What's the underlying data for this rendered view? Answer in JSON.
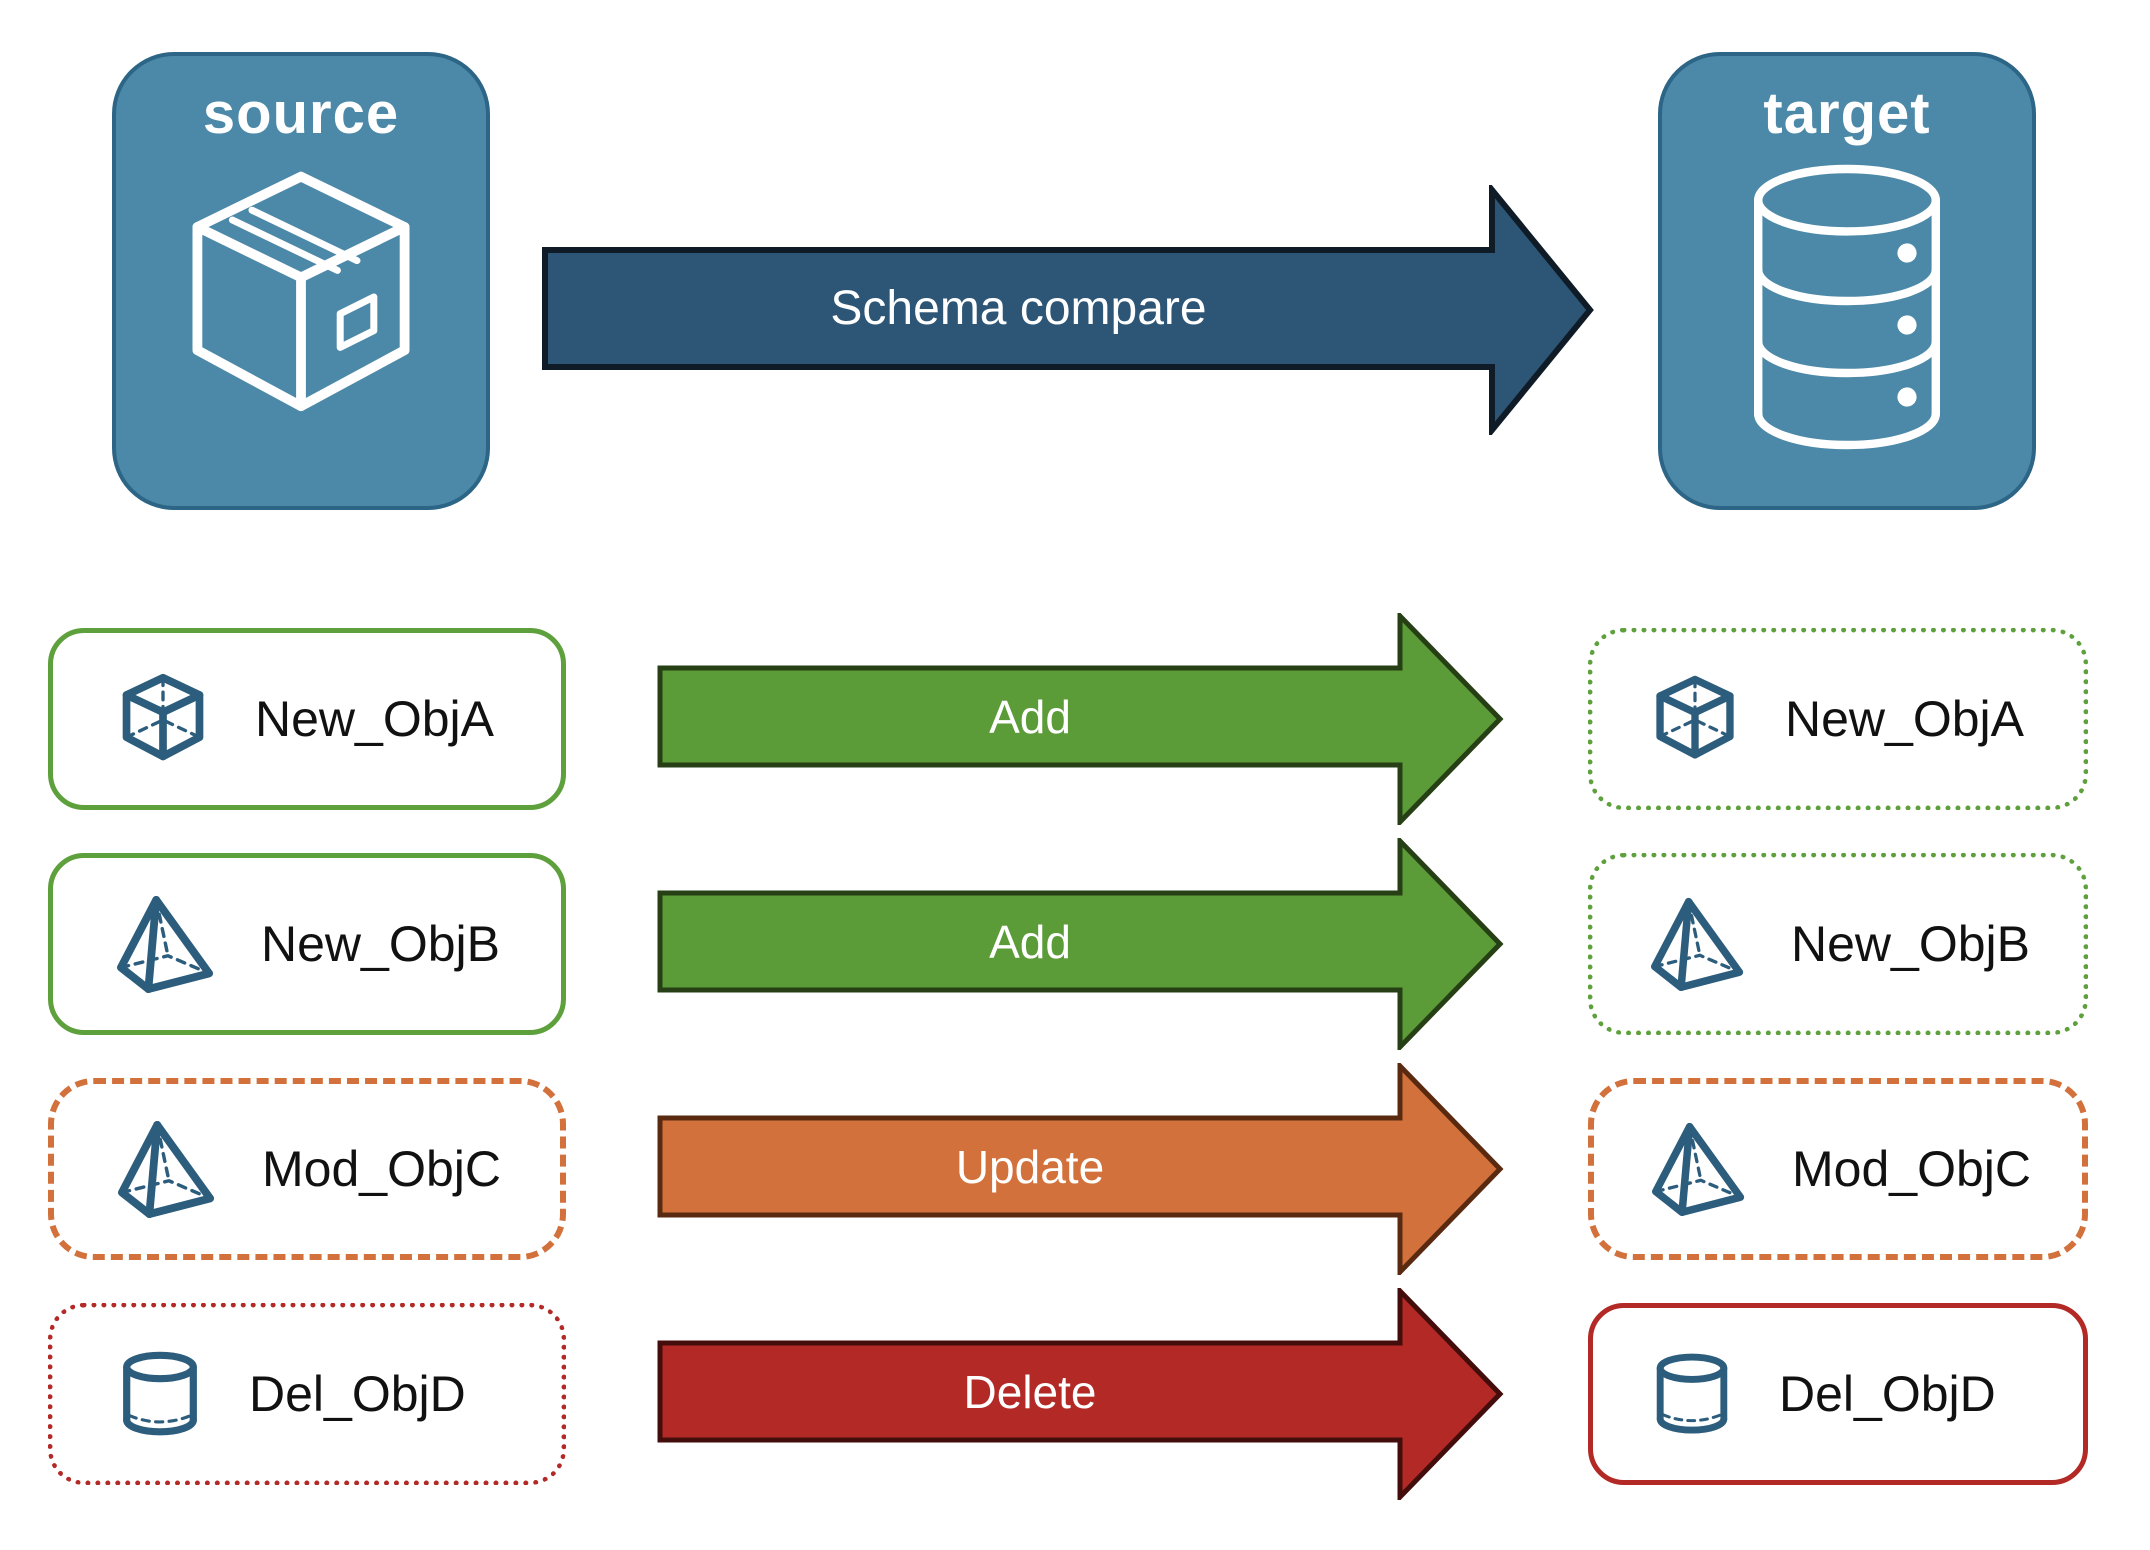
{
  "header": {
    "source_label": "source",
    "target_label": "target",
    "compare_label": "Schema compare",
    "source_icon": "package-icon",
    "target_icon": "database-icon"
  },
  "rows": [
    {
      "object": "New_ObjA",
      "action": "Add",
      "icon": "cube-icon",
      "source_border": "solid-green",
      "target_border": "dotted-green"
    },
    {
      "object": "New_ObjB",
      "action": "Add",
      "icon": "pyramid-icon",
      "source_border": "solid-green",
      "target_border": "dotted-green"
    },
    {
      "object": "Mod_ObjC",
      "action": "Update",
      "icon": "pyramid-icon",
      "source_border": "dashed-orange",
      "target_border": "dashed-orange"
    },
    {
      "object": "Del_ObjD",
      "action": "Delete",
      "icon": "cylinder-icon",
      "source_border": "dotted-red",
      "target_border": "solid-red"
    }
  ],
  "colors": {
    "node_blue": "#4C88A7",
    "node_blue_border": "#2C6586",
    "compare_arrow": "#2D5676",
    "compare_arrow_border": "#0F1C28",
    "add_green": "#5B9B38",
    "add_green_border": "#263F14",
    "update_orange": "#D2713B",
    "update_orange_border": "#5A2A10",
    "delete_red": "#B22926",
    "delete_red_border": "#430D0B",
    "object_border_green": "#5DA03C",
    "object_border_orange": "#D2713B",
    "object_border_red": "#B22926",
    "shape_icon_blue": "#2D5D7D",
    "text_black": "#111111",
    "text_white": "#FFFFFF"
  }
}
